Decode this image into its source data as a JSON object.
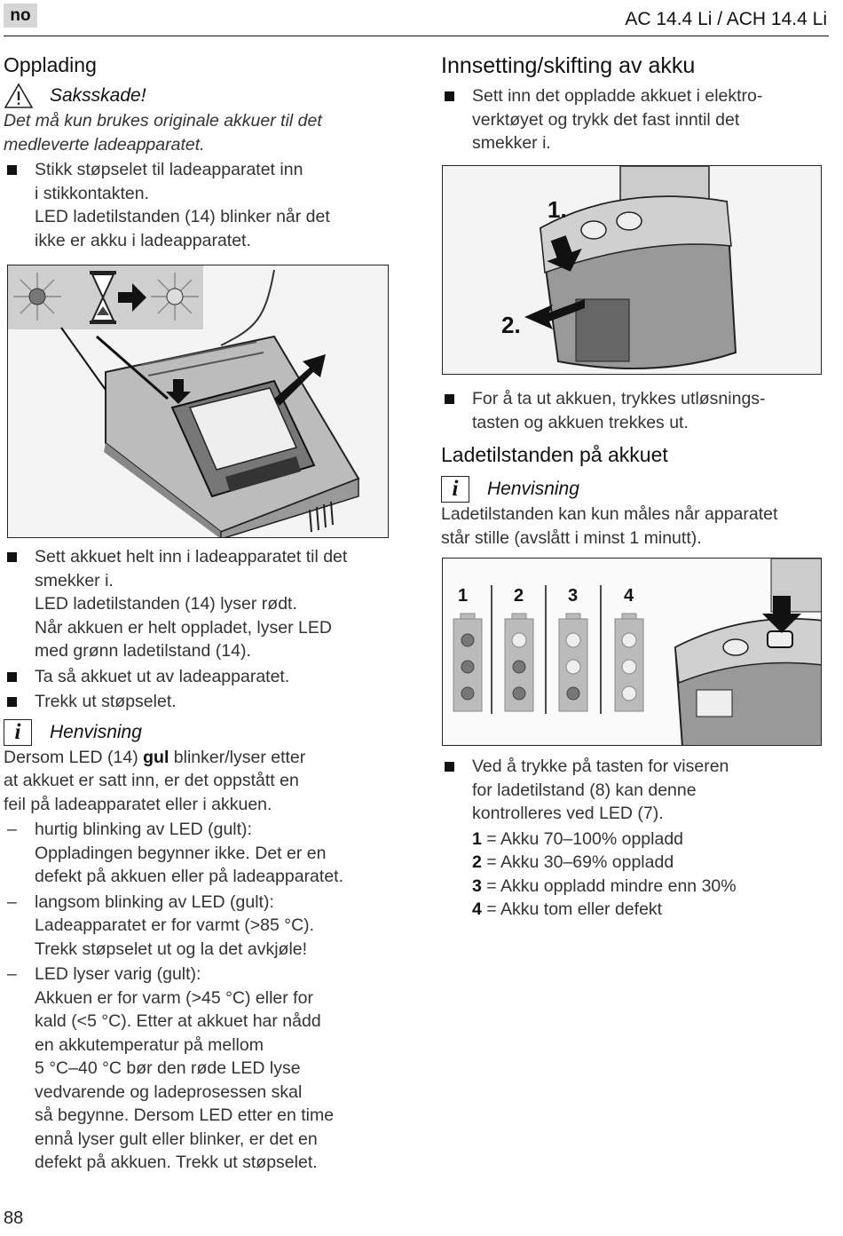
{
  "header": {
    "lang": "no",
    "model": "AC 14.4 Li / ACH 14.4 Li"
  },
  "left": {
    "title": "Opplading",
    "warning": {
      "label": "Saksskade!",
      "text1": "Det må kun brukes originale akkuer til det",
      "text2": "medleverte ladeapparatet."
    },
    "bullet1": {
      "l1": "Stikk støpselet til ladeapparatet inn",
      "l2": "i stikkontakten.",
      "l3": "LED ladetilstanden (14) blinker når det",
      "l4": "ikke er akku i ladeapparatet."
    },
    "bullet2": {
      "l1": "Sett akkuet helt inn i ladeapparatet til det",
      "l2": "smekker i.",
      "l3": "LED ladetilstanden (14) lyser rødt.",
      "l4": "Når akkuen er helt oppladet, lyser LED",
      "l5": "med grønn ladetilstand (14)."
    },
    "bullet3": "Ta så akkuet ut av ladeapparatet.",
    "bullet4": "Trekk ut støpselet.",
    "note": {
      "icon": "i",
      "label": "Henvisning",
      "l1a": "Dersom LED (14) ",
      "l1b": "gul",
      "l1c": " blinker/lyser etter",
      "l2": "at akkuet er satt inn, er det oppstått en",
      "l3": "feil på ladeapparatet eller i akkuen."
    },
    "dash1": {
      "l1": "hurtig blinking av LED (gult):",
      "l2": "Oppladingen begynner ikke. Det er en",
      "l3": "defekt på akkuen eller på ladeapparatet."
    },
    "dash2": {
      "l1": "langsom blinking av LED (gult):",
      "l2": "Ladeapparatet er for varmt (>85 °C).",
      "l3": "Trekk støpselet ut og la det avkjøle!"
    },
    "dash3": {
      "l1": "LED lyser varig (gult):",
      "l2": "Akkuen er for varm (>45 °C) eller for",
      "l3": "kald (<5 °C). Etter at akkuet har nådd",
      "l4": "en akkutemperatur på mellom",
      "l5": "5 °C–40 °C bør den røde LED lyse",
      "l6": "vedvarende og ladeprosessen skal",
      "l7": "så begynne. Dersom LED etter en time",
      "l8": "ennå lyser gult eller blinker, er det en",
      "l9": "defekt på akkuen. Trekk ut støpselet."
    }
  },
  "right": {
    "title1": "Innsetting/skifting av akku",
    "bullet1": {
      "l1": "Sett inn det oppladde akkuet i elektro-",
      "l2": "verktøyet og trykk det fast inntil det",
      "l3": "smekker i."
    },
    "fig_steps": {
      "s1": "1.",
      "s2": "2."
    },
    "bullet2": {
      "l1": "For å ta ut akkuen, trykkes utløsnings-",
      "l2": "tasten og akkuen trekkes ut."
    },
    "title2": "Ladetilstanden på akkuet",
    "note": {
      "icon": "i",
      "label": "Henvisning",
      "l1": "Ladetilstanden kan kun måles når apparatet",
      "l2": "står stille (avslått i minst 1 minutt)."
    },
    "fig_levels": [
      "1",
      "2",
      "3",
      "4"
    ],
    "bullet3": {
      "l1": "Ved å trykke på tasten for viseren",
      "l2": "for ladetilstand (8) kan denne",
      "l3": "kontrolleres ved LED (7)."
    },
    "levels": [
      {
        "num": "1",
        "text": " = Akku 70–100% oppladd"
      },
      {
        "num": "2",
        "text": " = Akku 30–69% oppladd"
      },
      {
        "num": "3",
        "text": " = Akku oppladd mindre enn 30%"
      },
      {
        "num": "4",
        "text": " = Akku tom eller defekt"
      }
    ]
  },
  "footer": {
    "page": "88"
  }
}
